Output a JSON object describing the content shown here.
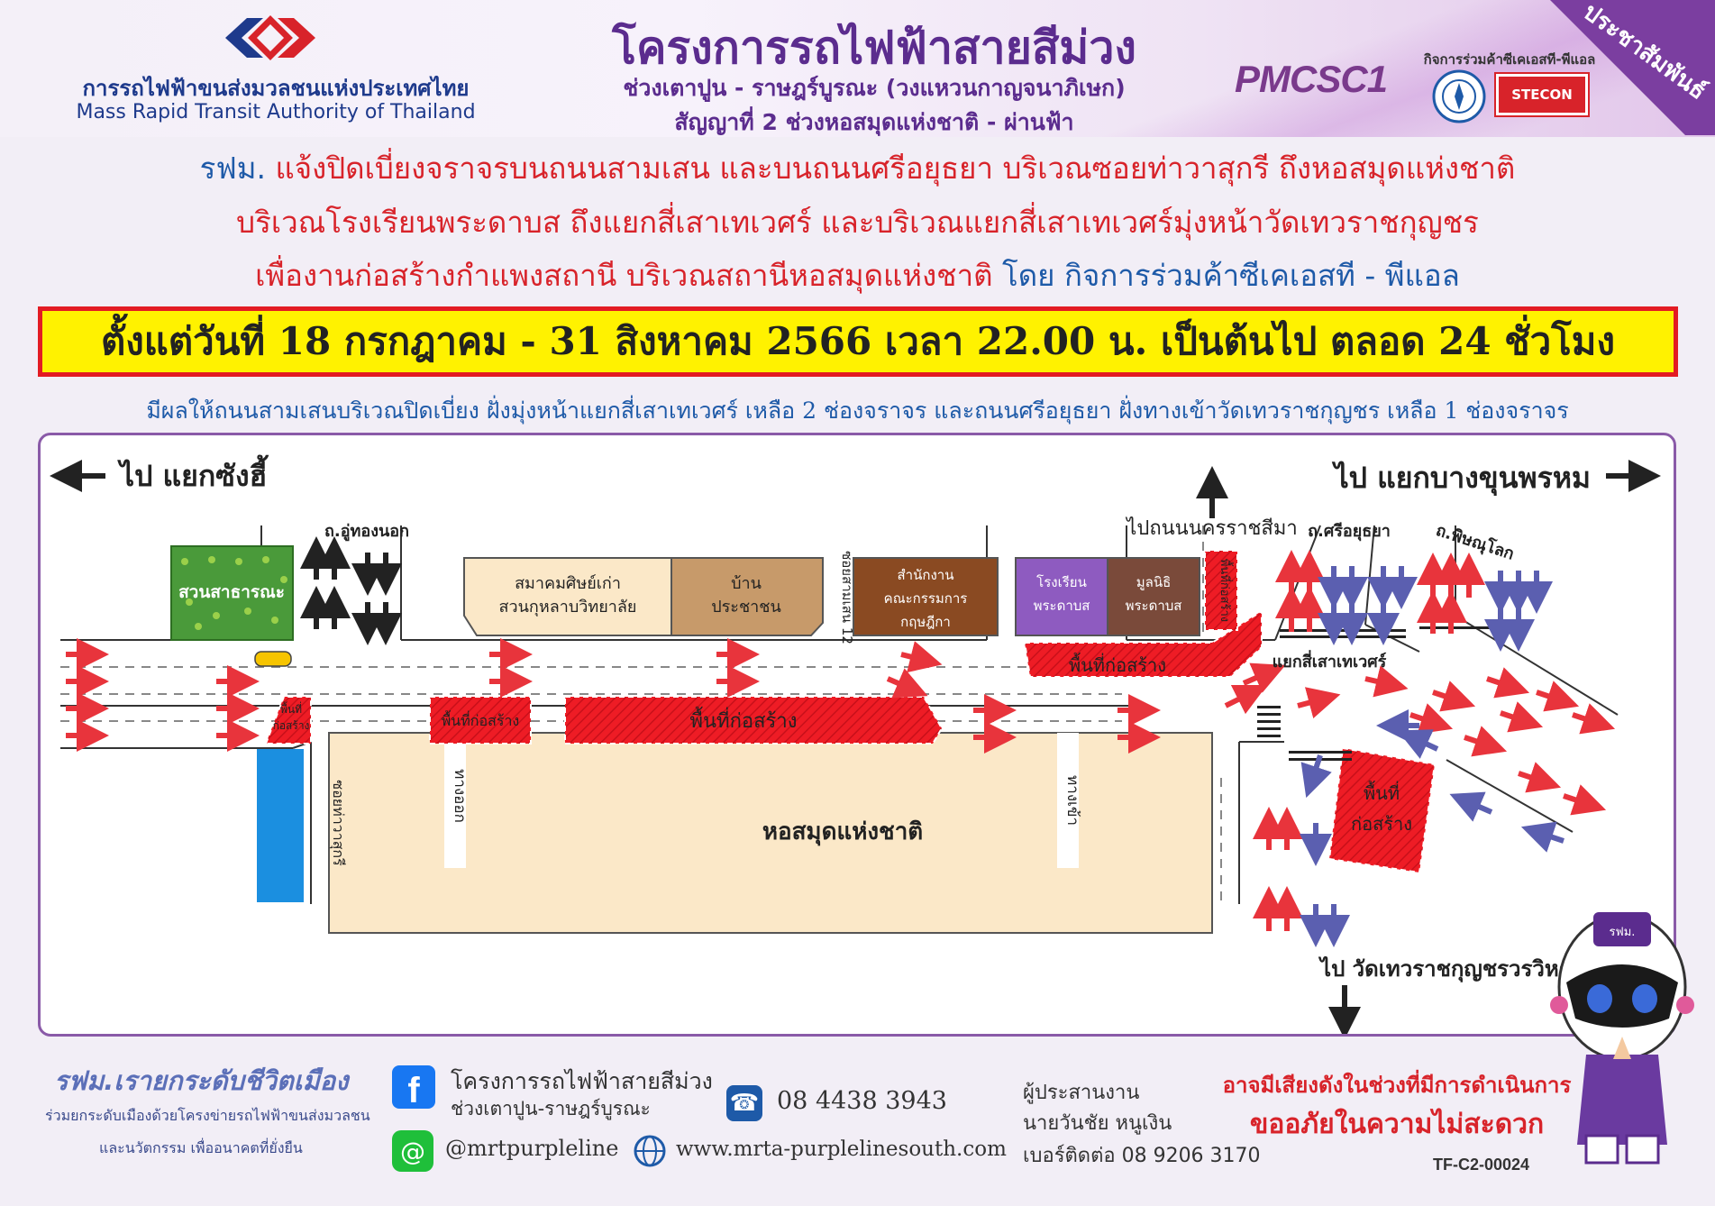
{
  "header": {
    "org_th": "การรถไฟฟ้าขนส่งมวลชนแห่งประเทศไทย",
    "org_en": "Mass Rapid Transit Authority of Thailand",
    "project_title": "โครงการรถไฟฟ้าสายสีม่วง",
    "project_sub1": "ช่วงเตาปูน - ราษฎร์บูรณะ (วงแหวนกาญจนาภิเษก)",
    "project_sub2": "สัญญาที่ 2 ช่วงหอสมุดแห่งชาติ - ผ่านฟ้า",
    "pmcsc1": "PMCSC1",
    "jv_label": "กิจการร่วมค้าซีเคเอสที-พีแอล",
    "stecon": "STECON",
    "ribbon": "ประชาสัมพันธ์"
  },
  "notice": {
    "l1_prefix": "รฟม.",
    "l1_text": " แจ้งปิดเบี่ยงจราจรบนถนนสามเสน และบนถนนศรีอยุธยา บริเวณซอยท่าวาสุกรี ถึงหอสมุดแห่งชาติ",
    "l2_text": "บริเวณโรงเรียนพระดาบส ถึงแยกสี่เสาเทเวศร์ และบริเวณแยกสี่เสาเทเวศร์มุ่งหน้าวัดเทวราชกุญชร",
    "l3_text": "เพื่องานก่อสร้างกำแพงสถานี บริเวณสถานีหอสมุดแห่งชาติ ",
    "l3_by": "โดย กิจการร่วมค้าซีเคเอสที - พีแอล",
    "date_range": "ตั้งแต่วันที่ 18 กรกฎาคม - 31 สิงหาคม 2566 เวลา 22.00 น. เป็นต้นไป ตลอด 24 ชั่วโมง",
    "effect": "มีผลให้ถนนสามเสนบริเวณปิดเบี่ยง ฝั่งมุ่งหน้าแยกสี่เสาเทเวศร์ เหลือ 2 ช่องจราจร และถนนศรีอยุธยา ฝั่งทางเข้าวัดเทวราชกุญชร เหลือ 1 ช่องจราจร"
  },
  "map": {
    "to_left": "ไป แยกซังฮี้",
    "to_right": "ไป แยกบางขุนพรหม",
    "to_up": "ไปถนนนครราชสีมา",
    "to_down": "ไป วัดเทวราชกุญชรวรวิหาร",
    "park": "สวนสาธารณะ",
    "road_uthong": "ถ.อู่ทองนอก",
    "alumni": "สมาคมศิษย์เก่า",
    "alumni2": "สวนกุหลาบวิทยาลัย",
    "house": "บ้าน",
    "house2": "ประชาชน",
    "soi12": "ซอยสามเสน 12",
    "office1": "สำนักงาน",
    "office2": "คณะกรรมการ",
    "office3": "กฤษฎีกา",
    "school1": "โรงเรียน",
    "school2": "พระดาบส",
    "found1": "มูลนิธิ",
    "found2": "พระดาบส",
    "road_sri": "ถ.ศรีอยุธยา",
    "road_phit": "ถ.พิษณุโลก",
    "intersection": "แยกสี่เสาเทเวศร์",
    "soi_tha": "ซอยท่าวาสุกรี",
    "library": "หอสมุดแห่งชาติ",
    "exit": "ทางออก",
    "entrance": "ทางเข้า",
    "cz": "พื้นที่ก่อสร้าง",
    "cz_small1": "พื้นที่",
    "cz_small2": "ก่อสร้าง",
    "cz_vertical": "พื้นที่ก่อสร้าง"
  },
  "footer": {
    "slogan": "รฟม.เรายกระดับชีวิตเมือง",
    "slogan2": "ร่วมยกระดับเมืองด้วยโครงข่ายรถไฟฟ้าขนส่งมวลชน",
    "slogan3": "และนวัตกรรม เพื่ออนาคตที่ยั่งยืน",
    "fb1": "โครงการรถไฟฟ้าสายสีม่วง",
    "fb2": "ช่วงเตาปูน-ราษฎร์บูรณะ",
    "phone": "08 4438 3943",
    "line": "@mrtpurpleline",
    "web": "www.mrta-purplelinesouth.com",
    "coord_title": "ผู้ประสานงาน",
    "coord_name": "นายวันชัย หนูเงิน",
    "coord_phone": "เบอร์ติดต่อ 08 9206 3170",
    "noise1": "อาจมีเสียงดังในช่วงที่มีการดำเนินการ",
    "noise2": "ขออภัยในความไม่สะดวก",
    "doc_no": "TF-C2-00024",
    "mascot_badge": "รฟม."
  },
  "colors": {
    "brand_purple": "#5b2c8e",
    "notice_red": "#d8232a",
    "notice_blue": "#1e5aa8",
    "date_yellow": "#fff200",
    "construction_red": "#ee1c25",
    "arrow_red": "#e8343c",
    "arrow_blue": "#5b5fb0"
  }
}
